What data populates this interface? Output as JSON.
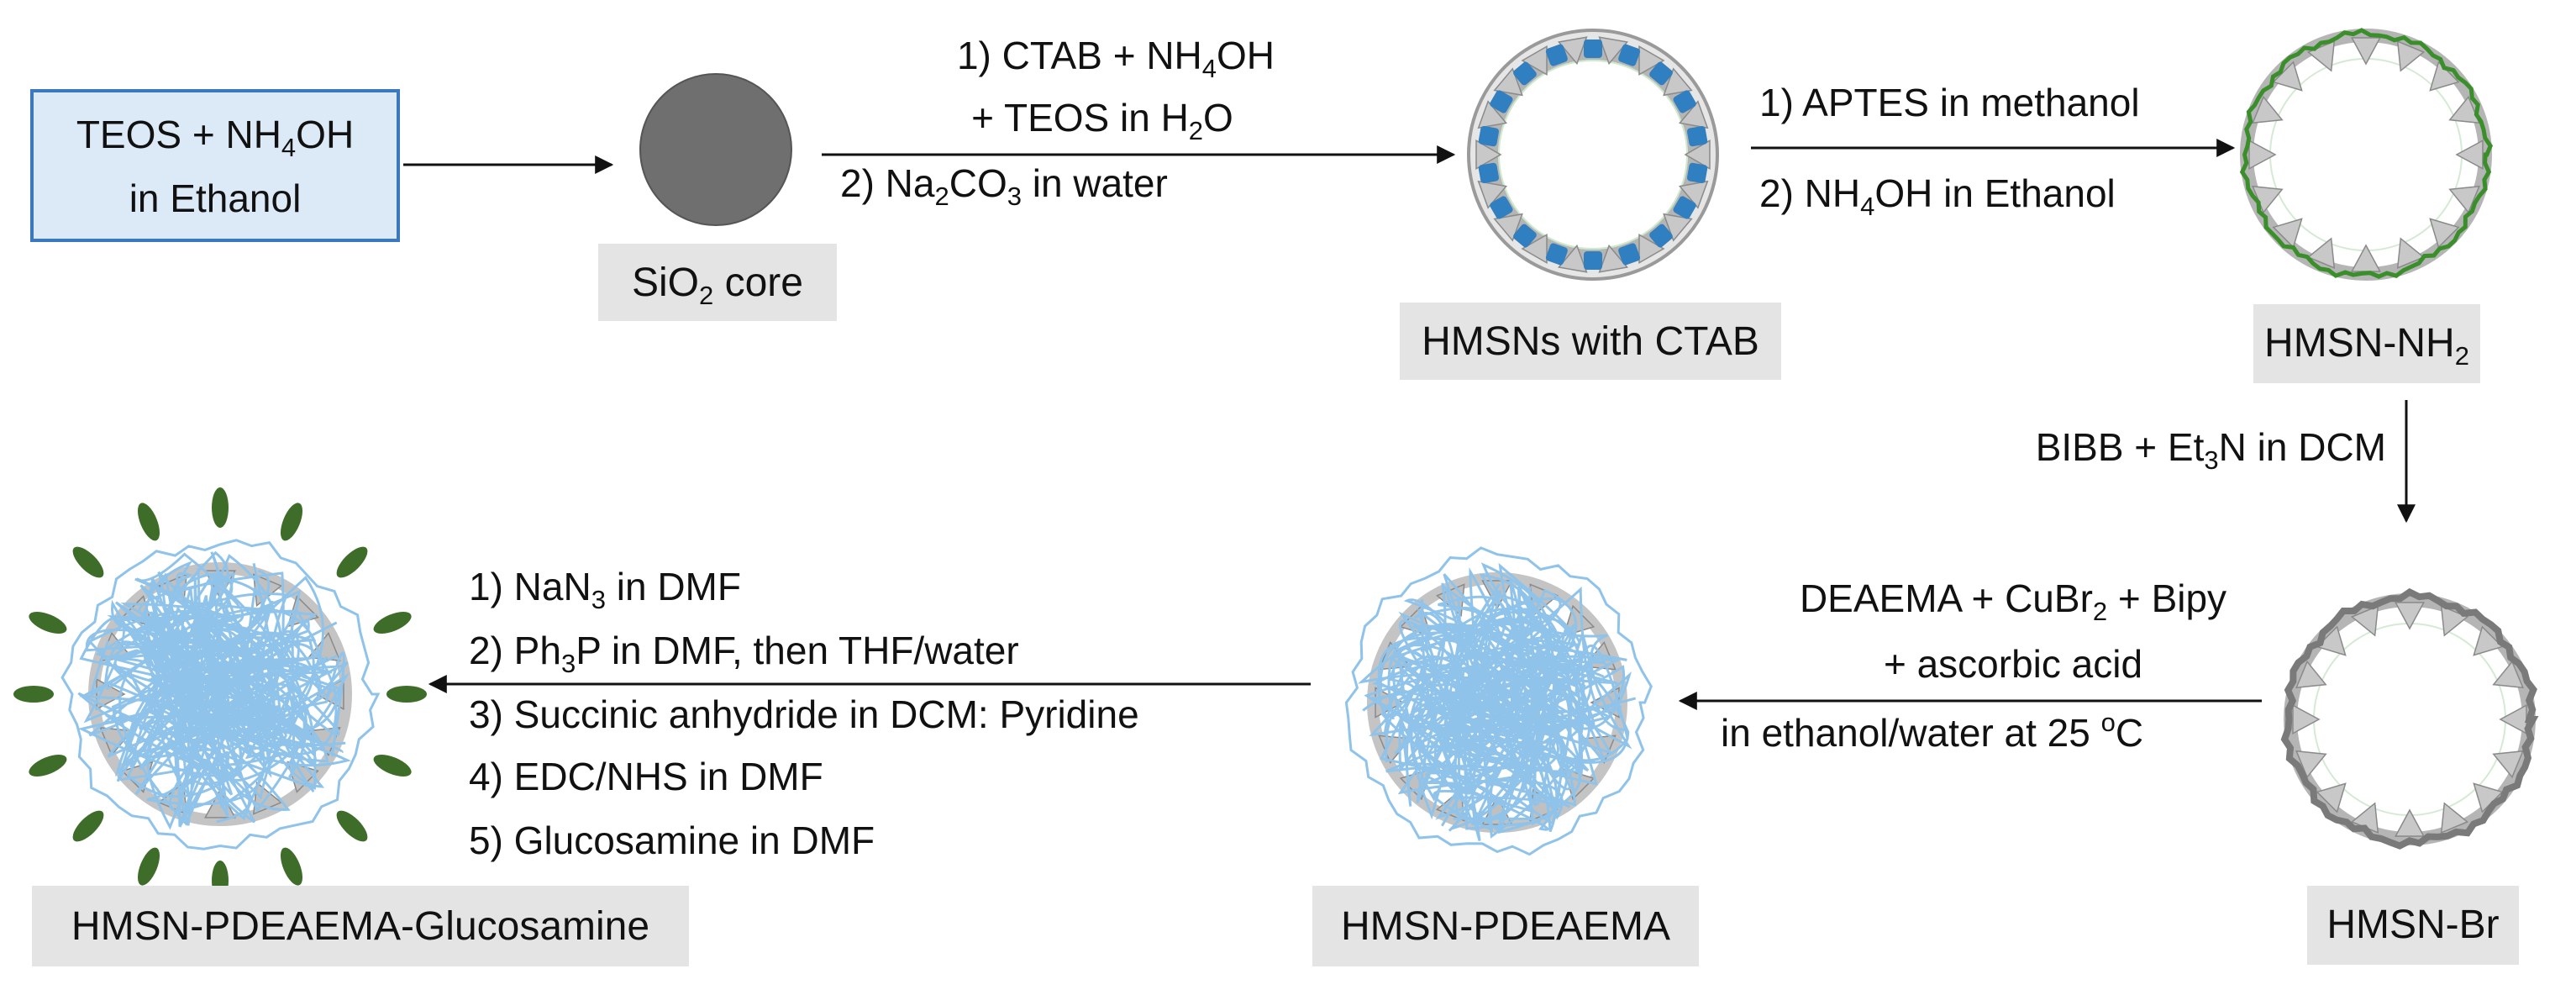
{
  "start_box": {
    "line1_a": "TEOS + NH",
    "line1_sub": "4",
    "line1_b": "OH",
    "line2": "in Ethanol"
  },
  "step1": {
    "line1": "1) CTAB + NH",
    "line1_sub": "4",
    "line1_b": "OH",
    "line2_a": "+ TEOS in H",
    "line2_sub": "2",
    "line2_b": "O",
    "line3_a": "2) Na",
    "line3_sub1": "2",
    "line3_b": "CO",
    "line3_sub2": "3",
    "line3_c": " in water"
  },
  "step2": {
    "line1": "1) APTES in methanol",
    "line2_a": "2) NH",
    "line2_sub": "4",
    "line2_b": "OH in Ethanol"
  },
  "step3": {
    "line_a": "BIBB + Et",
    "line_sub": "3",
    "line_b": "N in DCM"
  },
  "step4": {
    "line1_a": "DEAEMA + CuBr",
    "line1_sub": "2",
    "line1_b": " + Bipy",
    "line2": "+ ascorbic acid",
    "line3_a": "in ethanol/water at 25 ",
    "line3_sup": "o",
    "line3_b": "C"
  },
  "step5": {
    "line1_a": "1) NaN",
    "line1_sub": "3",
    "line1_b": " in DMF",
    "line2_a": "2) Ph",
    "line2_sub": "3",
    "line2_b": "P in DMF, then THF/water",
    "line3": "3) Succinic anhydride in DCM: Pyridine",
    "line4": "4) EDC/NHS in DMF",
    "line5": "5) Glucosamine in DMF"
  },
  "labels": {
    "sio2_a": "SiO",
    "sio2_sub": "2",
    "sio2_b": " core",
    "hmsn_ctab": "HMSNs with CTAB",
    "hmsn_nh2_a": "HMSN-NH",
    "hmsn_nh2_sub": "2",
    "hmsn_br": "HMSN-Br",
    "hmsn_pdeaema": "HMSN-PDEAEMA",
    "hmsn_gluc": "HMSN-PDEAEMA-Glucosamine"
  },
  "colors": {
    "start_box_fill": "#dce9f7",
    "start_box_stroke": "#3a78c0",
    "label_fill": "#e4e4e4",
    "core_fill": "#6f6f6f",
    "shell": "#9a9a9a",
    "pore": "#c4c4c4",
    "ctab": "#2f7fc1",
    "amine": "#3a8f2a",
    "polymer": "#8fc3ea",
    "glucosamine": "#3e6d2a"
  }
}
